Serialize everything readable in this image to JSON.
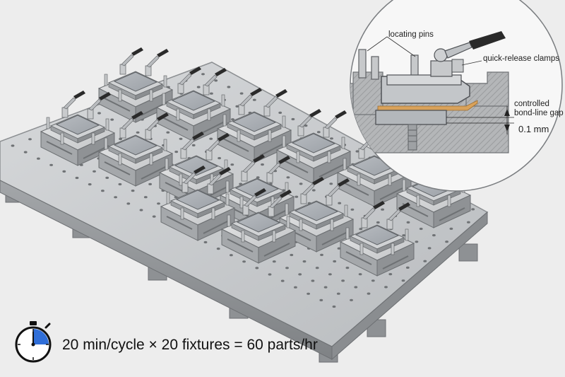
{
  "illustration": {
    "fixture_count": 20
  },
  "callout": {
    "label_pins": "locating pins",
    "label_clamps": "quick-release clamps",
    "label_gap_line1": "controlled",
    "label_gap_line2": "bond-line gap",
    "gap_value": "0.1 mm"
  },
  "footer": {
    "icon": "stopwatch-icon",
    "formula": "20 min/cycle × 20 fixtures = 60 parts/hr"
  },
  "colors": {
    "background": "#ededed",
    "steel_light": "#c9cbcd",
    "steel_dark": "#8d9092",
    "clamp_handle": "#2a2a2a",
    "adhesive": "#d9a25a",
    "timer_fill": "#2f6ed8"
  }
}
